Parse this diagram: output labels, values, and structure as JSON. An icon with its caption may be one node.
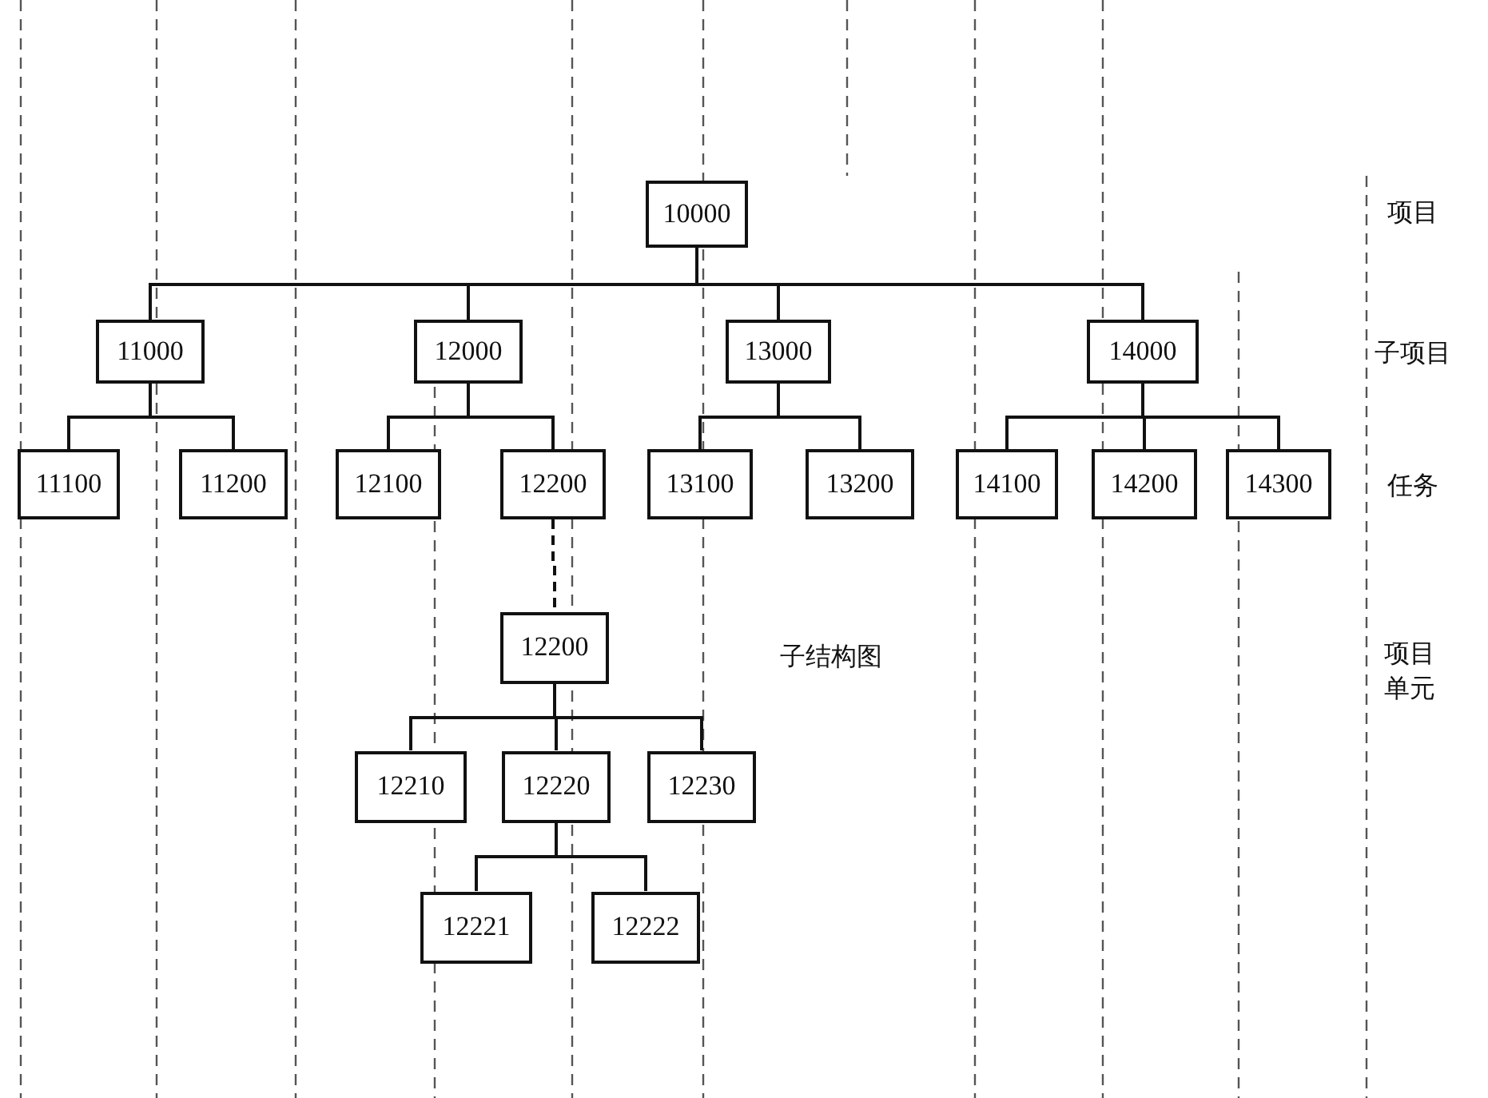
{
  "diagram": {
    "nodes": [
      {
        "text": [
          "10000"
        ]
      },
      {
        "text": [
          "11000"
        ]
      },
      {
        "text": [
          "12000"
        ]
      },
      {
        "text": [
          "13000"
        ]
      },
      {
        "text": [
          "14000"
        ]
      },
      {
        "text": [
          "11100"
        ]
      },
      {
        "text": [
          "11200"
        ]
      },
      {
        "text": [
          "12100"
        ]
      },
      {
        "text": [
          "12200"
        ]
      },
      {
        "text": [
          "13100"
        ]
      },
      {
        "text": [
          "13200"
        ]
      },
      {
        "text": [
          "14100"
        ]
      },
      {
        "text": [
          "14200"
        ]
      },
      {
        "text": [
          "14300"
        ]
      },
      {
        "text": [
          "12200"
        ]
      },
      {
        "text": [
          "12210"
        ]
      },
      {
        "text": [
          "12220"
        ]
      },
      {
        "text": [
          "12230"
        ]
      },
      {
        "text": [
          "12221"
        ]
      },
      {
        "text": [
          "12222"
        ]
      }
    ],
    "edges": [
      {
        "from": 0,
        "to": 1,
        "arrow": "none"
      },
      {
        "from": 0,
        "to": 2,
        "arrow": "none"
      },
      {
        "from": 0,
        "to": 3,
        "arrow": "none"
      },
      {
        "from": 0,
        "to": 4,
        "arrow": "none"
      },
      {
        "from": 1,
        "to": 5,
        "arrow": "none"
      },
      {
        "from": 1,
        "to": 6,
        "arrow": "none"
      },
      {
        "from": 2,
        "to": 7,
        "arrow": "none"
      },
      {
        "from": 2,
        "to": 8,
        "arrow": "none"
      },
      {
        "from": 3,
        "to": 9,
        "arrow": "none"
      },
      {
        "from": 3,
        "to": 10,
        "arrow": "none"
      },
      {
        "from": 4,
        "to": 11,
        "arrow": "none"
      },
      {
        "from": 4,
        "to": 12,
        "arrow": "none"
      },
      {
        "from": 4,
        "to": 13,
        "arrow": "none"
      },
      {
        "from": 8,
        "to": 14,
        "arrow": "none",
        "style": "dashed"
      },
      {
        "from": 14,
        "to": 15,
        "arrow": "none"
      },
      {
        "from": 14,
        "to": 16,
        "arrow": "none"
      },
      {
        "from": 14,
        "to": 17,
        "arrow": "none"
      },
      {
        "from": 16,
        "to": 18,
        "arrow": "none"
      },
      {
        "from": 16,
        "to": 19,
        "arrow": "none"
      }
    ],
    "labels": [
      "项目",
      "子项目",
      "任务",
      "子结构图",
      "项目单元"
    ]
  }
}
